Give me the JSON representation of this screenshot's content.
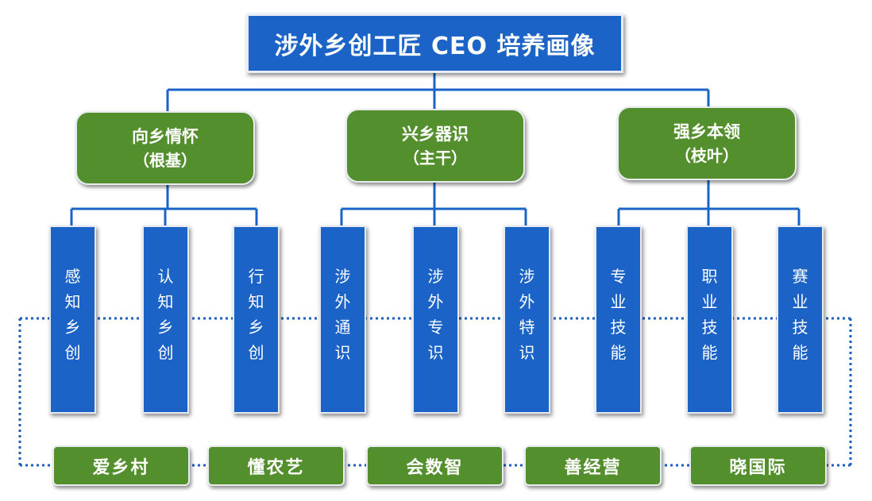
{
  "title": "涉外乡创工匠 CEO 培养画像",
  "pillars": [
    {
      "name": "向乡情怀",
      "sub": "（根基）",
      "leaves": [
        "感知乡创",
        "认知乡创",
        "行知乡创"
      ]
    },
    {
      "name": "兴乡器识",
      "sub": "（主干）",
      "leaves": [
        "涉外通识",
        "涉外专识",
        "涉外特识"
      ]
    },
    {
      "name": "强乡本领",
      "sub": "（枝叶）",
      "leaves": [
        "专业技能",
        "职业技能",
        "赛业技能"
      ]
    }
  ],
  "bottom_items": [
    "爱乡村",
    "懂农艺",
    "会数智",
    "善经营",
    "晓国际"
  ],
  "colors": {
    "blue": "#1b63c6",
    "green": "#548f2e",
    "dotted": "#1b5fbf"
  }
}
